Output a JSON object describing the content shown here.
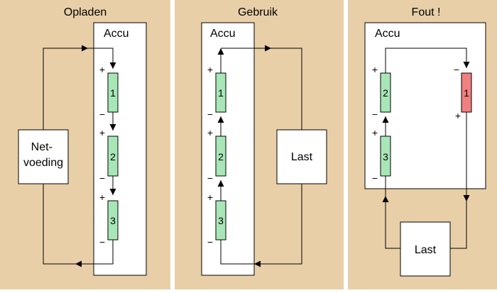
{
  "colors": {
    "panel_bg": "#e9cfa8",
    "box_fill": "#ffffff",
    "line": "#000000",
    "cell_ok": "#a8e6b8",
    "cell_fault": "#f08080"
  },
  "panels": [
    {
      "title": "Opladen",
      "battery_label": "Accu",
      "device_lines": [
        "Net-",
        "voeding"
      ],
      "cells": [
        {
          "number": "1",
          "plus": "+",
          "minus": "−"
        },
        {
          "number": "2",
          "plus": "+",
          "minus": "−"
        },
        {
          "number": "3",
          "plus": "+",
          "minus": "−"
        }
      ]
    },
    {
      "title": "Gebruik",
      "battery_label": "Accu",
      "device_lines": [
        "Last"
      ],
      "cells": [
        {
          "number": "1",
          "plus": "+",
          "minus": "−"
        },
        {
          "number": "2",
          "plus": "+",
          "minus": "−"
        },
        {
          "number": "3",
          "plus": "+",
          "minus": "−"
        }
      ]
    },
    {
      "title": "Fout !",
      "battery_label": "Accu",
      "device_lines": [
        "Last"
      ],
      "cells": [
        {
          "number": "2",
          "plus": "+",
          "minus": "−"
        },
        {
          "number": "3",
          "plus": "+",
          "minus": "−"
        },
        {
          "number": "1",
          "plus": "+",
          "minus": "−",
          "fault": true
        }
      ]
    }
  ]
}
